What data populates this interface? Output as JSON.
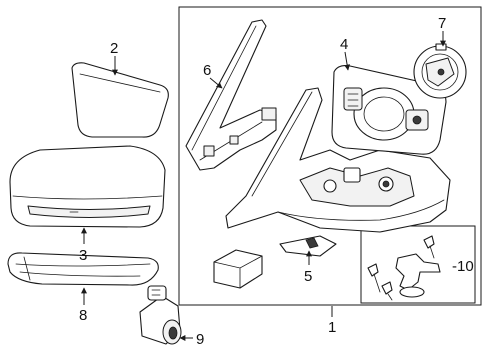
{
  "callouts": {
    "c1": "1",
    "c2": "2",
    "c3": "3",
    "c4": "4",
    "c5": "5",
    "c6": "6",
    "c7": "7",
    "c8": "8",
    "c9": "9",
    "c10": "-10"
  },
  "colors": {
    "line": "#1a1a1a",
    "background": "#ffffff",
    "label": "#111111"
  }
}
